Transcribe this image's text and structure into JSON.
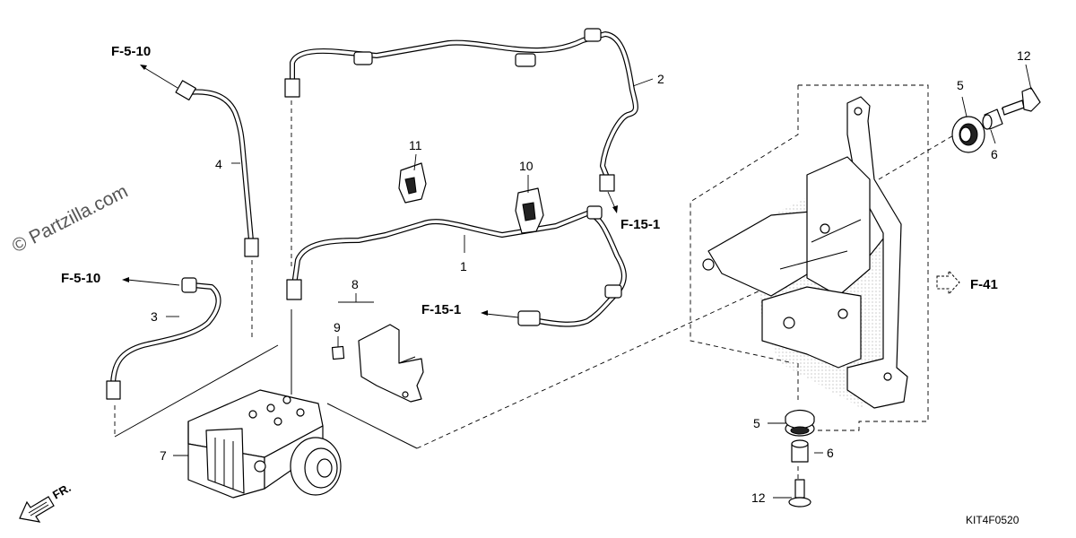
{
  "watermark": "© Partzilla.com",
  "diagram_code": "KIT4F0520",
  "direction_label": "FR.",
  "refs": {
    "f5_10_top": "F-5-10",
    "f5_10_mid": "F-5-10",
    "f15_1_right": "F-15-1",
    "f15_1_mid": "F-15-1",
    "f41": "F-41"
  },
  "callouts": {
    "c1": "1",
    "c2": "2",
    "c3": "3",
    "c4": "4",
    "c5_top": "5",
    "c5_bottom": "5",
    "c6_top": "6",
    "c6_bottom": "6",
    "c7": "7",
    "c8": "8",
    "c9": "9",
    "c10": "10",
    "c11": "11",
    "c12_top": "12",
    "c12_bottom": "12"
  }
}
